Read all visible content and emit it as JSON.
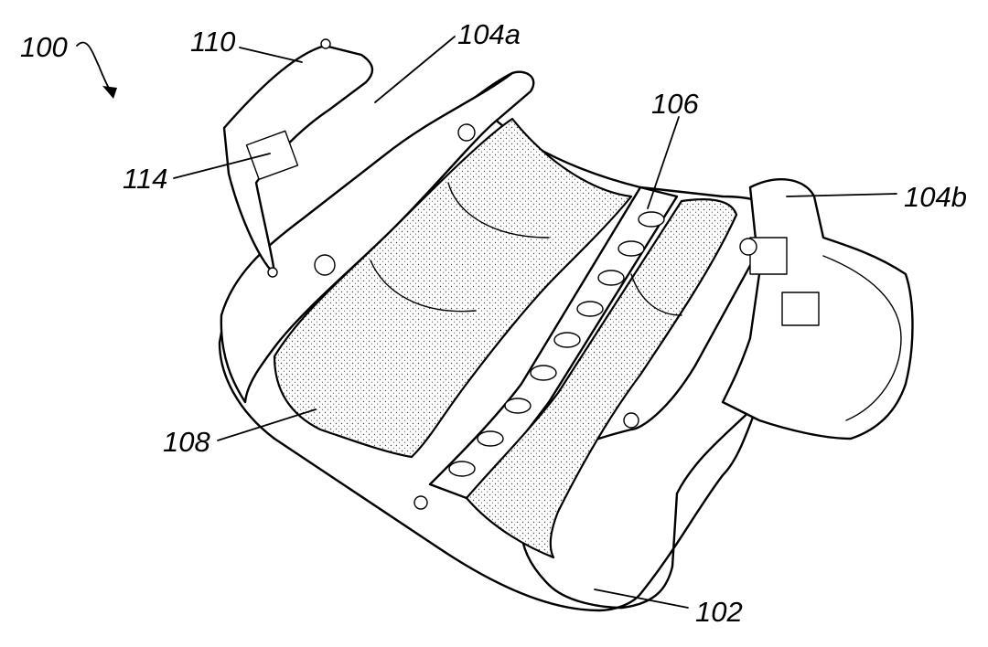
{
  "figure": {
    "labels": {
      "assembly": "100",
      "housing": "102",
      "half_a": "104a",
      "half_b": "104b",
      "rollers": "106",
      "padding": "108",
      "hinge_arm": "110",
      "clip": "114"
    },
    "icons": {
      "pointer": "curved-arrow-icon"
    }
  }
}
